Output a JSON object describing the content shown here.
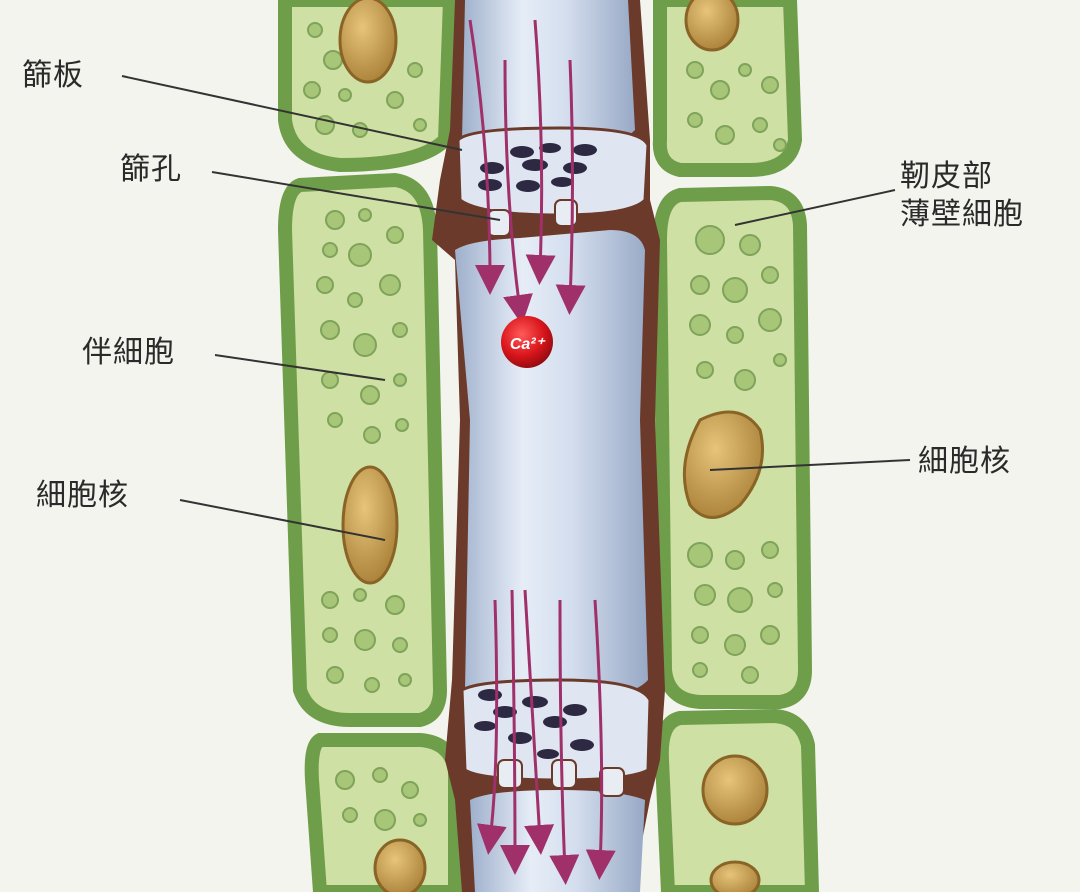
{
  "labels": {
    "sieve_plate": "篩板",
    "sieve_pore": "篩孔",
    "phloem_parenchyma_line1": "靭皮部",
    "phloem_parenchyma_line2": "薄壁細胞",
    "companion_cell": "伴細胞",
    "nucleus_left": "細胞核",
    "nucleus_right": "細胞核",
    "calcium_ion": "Ca²⁺"
  },
  "colors": {
    "background": "#f4f4ef",
    "cell_wall_green": "#6f9e4a",
    "cell_fill_green": "#cfe0a4",
    "plastid_green": "#a8c677",
    "nucleus": "#c9a24f",
    "sieve_tube_blue": "#c9d5e8",
    "sieve_tube_wall": "#6b3a2a",
    "flow_arrow": "#a0306a",
    "calcium_red": "#d8151b"
  }
}
